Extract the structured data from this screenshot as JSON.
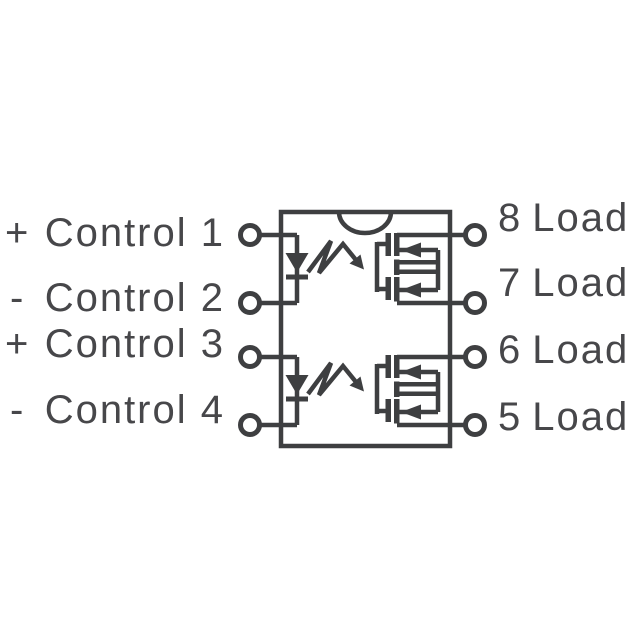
{
  "colors": {
    "line": "#3e3f41",
    "text": "#47474a",
    "bg": "#ffffff"
  },
  "left_pins": [
    {
      "sign": "+",
      "label": "Control 1"
    },
    {
      "sign": "-",
      "label": "Control 2"
    },
    {
      "sign": "+",
      "label": "Control 3"
    },
    {
      "sign": "-",
      "label": "Control 4"
    }
  ],
  "right_pins": [
    {
      "number": "8",
      "label": "Load"
    },
    {
      "number": "7",
      "label": "Load"
    },
    {
      "number": "6",
      "label": "Load"
    },
    {
      "number": "5",
      "label": "Load"
    }
  ]
}
